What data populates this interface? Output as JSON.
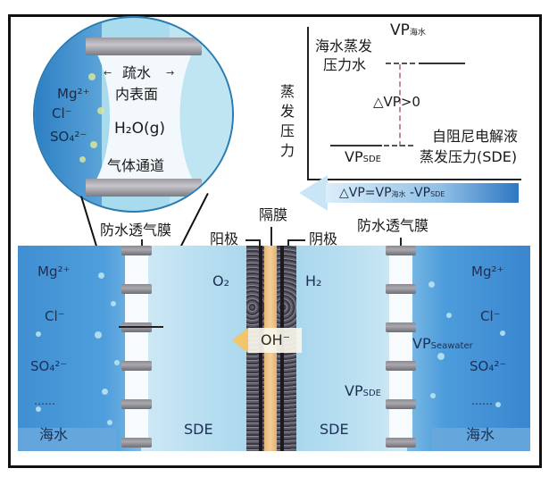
{
  "magnifier": {
    "ions": [
      "Mg²⁺",
      "Cl⁻",
      "SO₄²⁻"
    ],
    "hydrophobic_surface": [
      "疏水",
      "内表面"
    ],
    "vapor": "H₂O(g)",
    "gas_channel": "气体通道"
  },
  "labels": {
    "membrane_left": "防水透气膜",
    "membrane_right": "防水透气膜",
    "anode": "阳极",
    "separator": "隔膜",
    "cathode": "阴极"
  },
  "cell": {
    "left_ions": [
      "Mg²⁺",
      "Cl⁻",
      "SO₄²⁻",
      "……"
    ],
    "right_ions": [
      "Mg²⁺",
      "Cl⁻",
      "SO₄²⁻",
      "……"
    ],
    "left_seawater": "海水",
    "right_seawater": "海水",
    "sde_left": "SDE",
    "sde_right": "SDE",
    "o2": "O₂",
    "h2": "H₂",
    "hydroxide": "OH⁻",
    "vp_seawater": "VP",
    "vp_seawater_sub": "Seawater",
    "vp_sde": "VP",
    "vp_sde_sub": "SDE"
  },
  "chart_data": {
    "type": "diagram-energy-levels",
    "ylabel": "蒸发压力",
    "levels": [
      {
        "name": "海水蒸发压力水",
        "label": "VP海水",
        "relative_level": "high"
      },
      {
        "name": "自阻尼电解液蒸发压力(SDE)",
        "label": "VPSDE",
        "relative_level": "low"
      }
    ],
    "annotation": "△VP>0",
    "arrow_formula": "△VP=VP海水 -VPSDE"
  },
  "chart": {
    "ylabel_chars": [
      "蒸",
      "发",
      "压",
      "力"
    ],
    "seawater_label_line1": "海水蒸发",
    "seawater_label_line2": "压力水",
    "vp_sea": "VP",
    "vp_sea_sub": "海水",
    "delta": "△VP>0",
    "sde_label_line1": "自阻尼电解液",
    "sde_label_line2": "蒸发压力(SDE)",
    "vp_sde": "VP",
    "vp_sde_sub": "SDE",
    "formula_a": "△VP=VP",
    "formula_sub1": "海水",
    "formula_b": " -VP",
    "formula_sub2": "SDE"
  },
  "colors": {
    "seawater": "#3f8fd2",
    "sde": "#b5ddf0",
    "separator": "#f0c48a",
    "electrode": "#3a3840",
    "frame": "#111111"
  }
}
